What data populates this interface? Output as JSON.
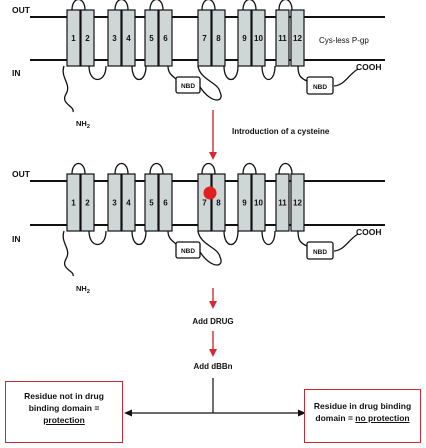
{
  "diagram": {
    "panel_top": {
      "out_label": "OUT",
      "in_label": "IN",
      "protein_label": "Cys-less P-gp",
      "cooh_label": "COOH",
      "nh2_main": "NH",
      "nh2_sub": "2",
      "nbd_label": "NBD",
      "helices": [
        "1",
        "2",
        "3",
        "4",
        "5",
        "6",
        "7",
        "8",
        "9",
        "10",
        "11",
        "12"
      ]
    },
    "step_cysteine": "Introduction of a cysteine",
    "panel_bottom": {
      "out_label": "OUT",
      "in_label": "IN",
      "cooh_label": "COOH",
      "nh2_main": "NH",
      "nh2_sub": "2",
      "nbd_label": "NBD",
      "helices": [
        "1",
        "2",
        "3",
        "4",
        "5",
        "6",
        "7",
        "8",
        "9",
        "10",
        "11",
        "12"
      ],
      "cysteine_color": "#e02020"
    },
    "step_drug": "Add DRUG",
    "step_dbbn": "Add dBBn",
    "outcome_left": {
      "line1": "Residue not in drug",
      "line2": "binding domain =",
      "line3": "protection"
    },
    "outcome_right": {
      "line1": "Residue in drug binding",
      "line2_prefix": "domain = ",
      "line2_emph": "no protection"
    },
    "colors": {
      "arrow": "#d42a34",
      "box_border": "#c62a36",
      "helix_fill": "#cfd6d6",
      "membrane": "#111111"
    }
  }
}
